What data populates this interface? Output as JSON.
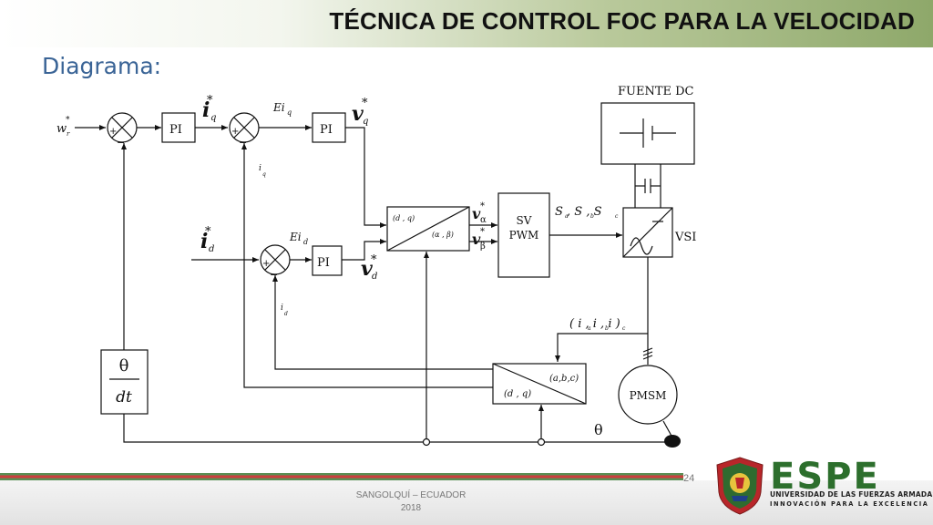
{
  "header": {
    "title": "TÉCNICA DE CONTROL FOC PARA LA VELOCIDAD",
    "subtitle": "Diagrama:"
  },
  "diagram": {
    "wr_label": "w",
    "pi_label": "PI",
    "iq_star": "i",
    "eiq": "Ei",
    "vq_star": "v",
    "iq_fb": "i",
    "id_star": "i",
    "eid": "Ei",
    "vd_star": "v",
    "id_fb": "i",
    "park_in": "(d , q)",
    "park_out": "(α , β)",
    "valpha": "v",
    "vbeta": "v",
    "svpwm_line1": "SV",
    "svpwm_line2": "PWM",
    "switch_signals": "S , S , S",
    "fuente_label": "FUENTE DC",
    "vsi_label": "VSI",
    "currents_label": "( i , i , i )",
    "clarke_in": "(a,b,c)",
    "clarke_out": "(d , q)",
    "motor_label": "PMSM",
    "theta_label": "θ",
    "deriv_top": "θ",
    "deriv_bottom": "dt"
  },
  "footer": {
    "location": "SANGOLQUÍ – ECUADOR",
    "year": "2018",
    "page": "24"
  },
  "logo": {
    "name": "ESPE",
    "university": "UNIVERSIDAD DE LAS FUERZAS ARMADAS",
    "tagline": "INNOVACIÓN PARA LA EXCELENCIA"
  },
  "colors": {
    "title_bar": "#8ea86a",
    "subtitle": "#3a6496",
    "logo_green": "#2d6f2d",
    "accent_red": "#c41b1b"
  }
}
